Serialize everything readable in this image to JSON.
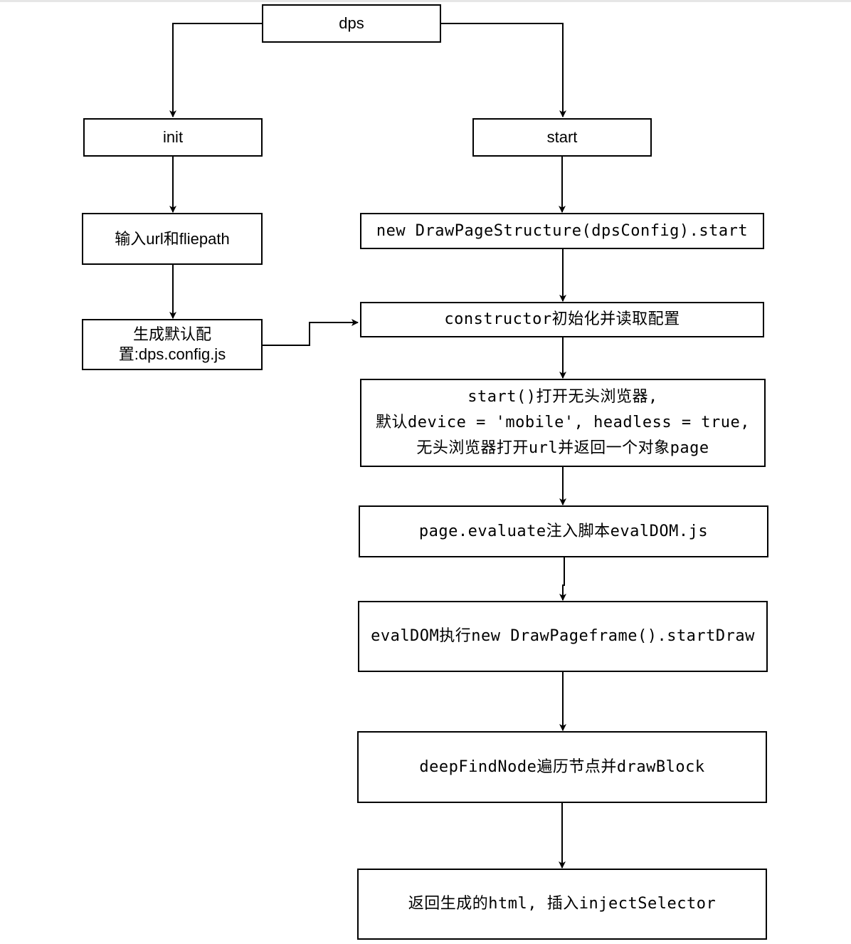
{
  "diagram": {
    "nodes": {
      "dps": "dps",
      "init": "init",
      "input": "输入url和fliepath",
      "gen_config": [
        "生成默认配",
        "置:dps.config.js"
      ],
      "start": "start",
      "new_dps": "new DrawPageStructure(dpsConfig).start",
      "constructor": "constructor初始化并读取配置",
      "start_browser": [
        "start()打开无头浏览器,",
        "默认device = 'mobile', headless = true,",
        "无头浏览器打开url并返回一个对象page"
      ],
      "evaluate": "page.evaluate注入脚本evalDOM.js",
      "evaldom": "evalDOM执行new DrawPageframe().startDraw",
      "deepfind": "deepFindNode遍历节点并drawBlock",
      "return_html": "返回生成的html, 插入injectSelector"
    },
    "edges": [
      {
        "from": "dps",
        "to": "init"
      },
      {
        "from": "dps",
        "to": "start"
      },
      {
        "from": "init",
        "to": "input"
      },
      {
        "from": "input",
        "to": "gen_config"
      },
      {
        "from": "gen_config",
        "to": "constructor"
      },
      {
        "from": "start",
        "to": "new_dps"
      },
      {
        "from": "new_dps",
        "to": "constructor"
      },
      {
        "from": "constructor",
        "to": "start_browser"
      },
      {
        "from": "start_browser",
        "to": "evaluate"
      },
      {
        "from": "evaluate",
        "to": "evaldom"
      },
      {
        "from": "evaldom",
        "to": "deepfind"
      },
      {
        "from": "deepfind",
        "to": "return_html"
      }
    ],
    "colors": {
      "stroke": "#000000",
      "fill": "#ffffff",
      "background": "#ffffff"
    }
  }
}
